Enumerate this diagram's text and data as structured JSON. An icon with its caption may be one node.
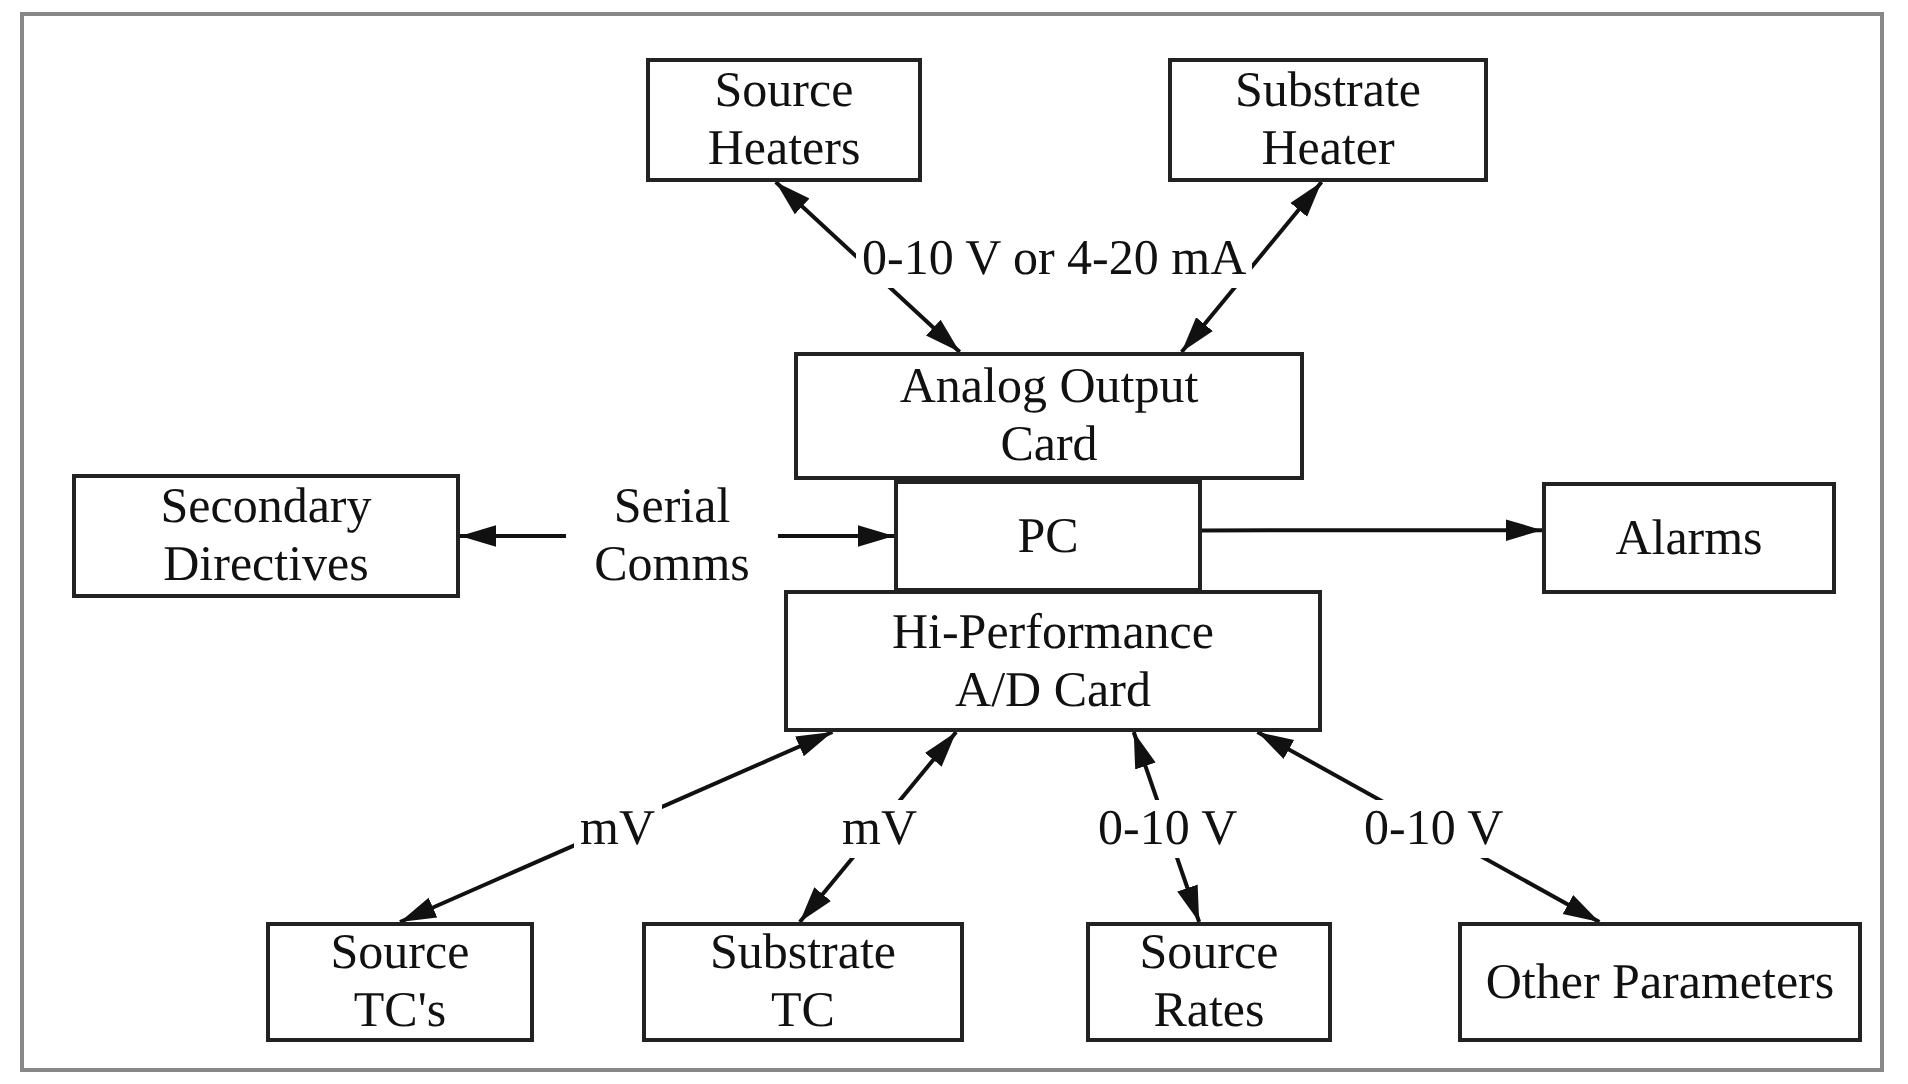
{
  "diagram": {
    "nodes": [
      {
        "text": [
          "Source Heaters"
        ]
      },
      {
        "text": [
          "Substrate Heater"
        ]
      },
      {
        "text": [
          "Analog Output Card"
        ]
      },
      {
        "text": [
          "PC"
        ]
      },
      {
        "text": [
          "Secondary Directives"
        ]
      },
      {
        "text": [
          "Alarms"
        ]
      },
      {
        "text": [
          "Hi-Performance A/D Card"
        ]
      },
      {
        "text": [
          "Source TC's"
        ]
      },
      {
        "text": [
          "Substrate TC"
        ]
      },
      {
        "text": [
          "Source Rates"
        ]
      },
      {
        "text": [
          "Other Parameters"
        ]
      }
    ],
    "edges": [
      {
        "from": 2,
        "to": 0,
        "arrow": "both"
      },
      {
        "from": 2,
        "to": 1,
        "arrow": "both"
      },
      {
        "from": 3,
        "to": 4,
        "arrow": "both",
        "label": "Serial Comms"
      },
      {
        "from": 3,
        "to": 5,
        "arrow": "to"
      },
      {
        "from": 6,
        "to": 7,
        "arrow": "both",
        "label": "mV"
      },
      {
        "from": 6,
        "to": 8,
        "arrow": "both",
        "label": "mV"
      },
      {
        "from": 6,
        "to": 9,
        "arrow": "both",
        "label": "0-10 V"
      },
      {
        "from": 6,
        "to": 10,
        "arrow": "both",
        "label": "0-10 V"
      }
    ],
    "labels": [
      "0-10 V or 4-20 mA"
    ]
  }
}
